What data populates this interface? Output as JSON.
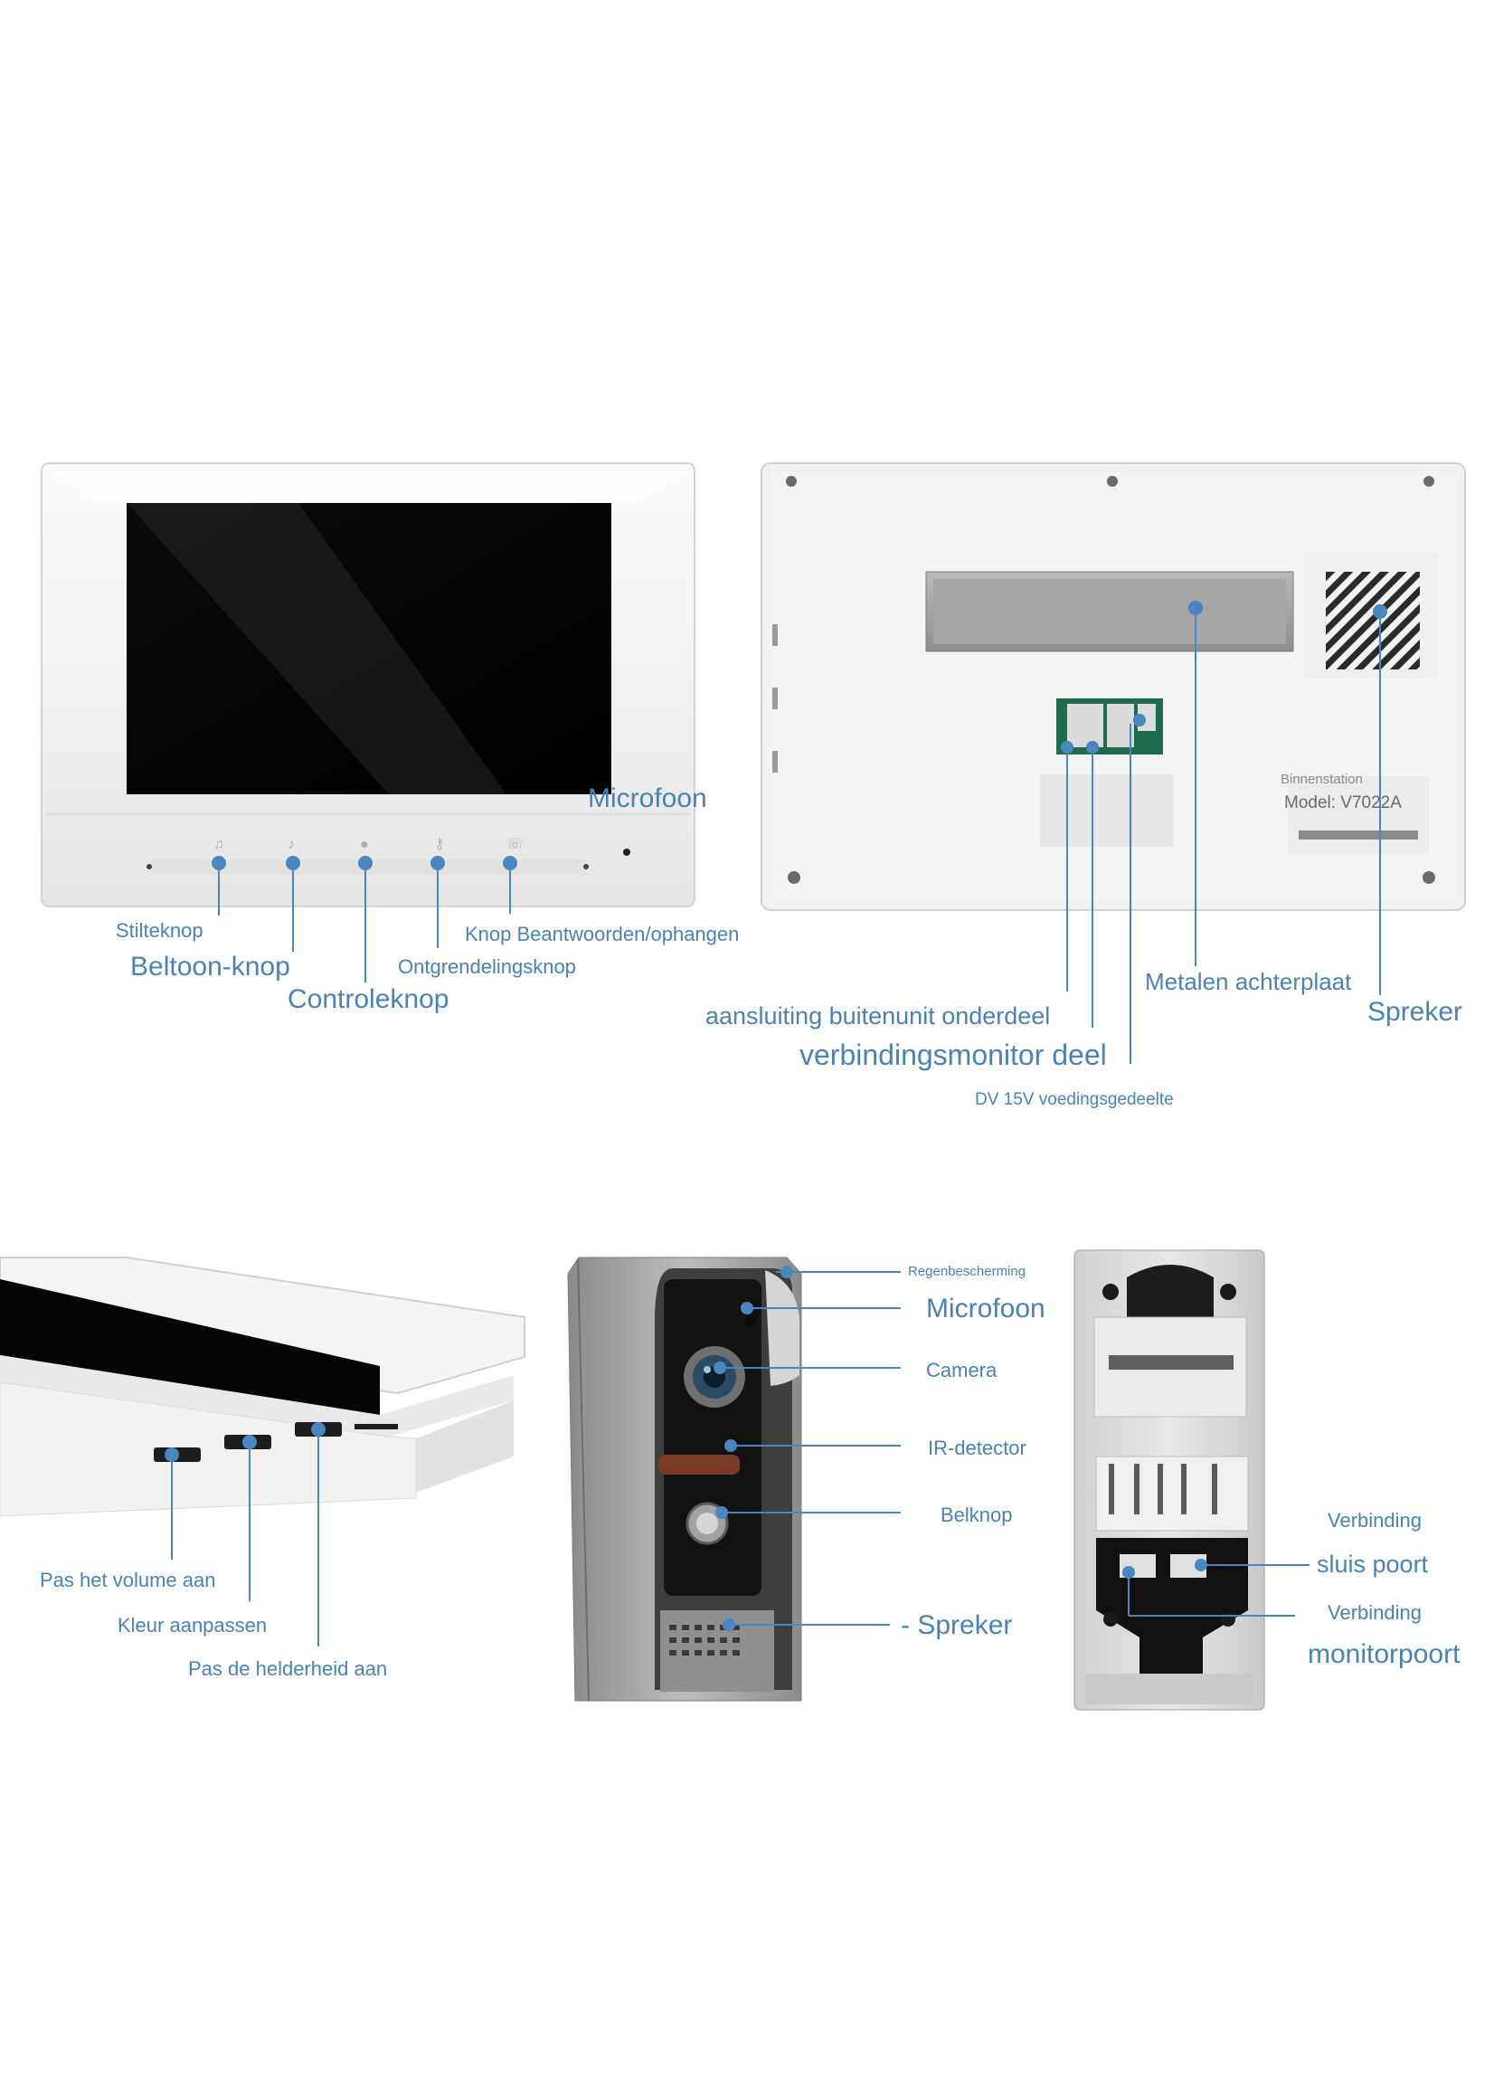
{
  "monitor_front": {
    "callouts": {
      "microphone": "Microfoon",
      "mute_button": "Stilteknop",
      "ringtone_button": "Beltoon-knop",
      "control_button": "Controleknop",
      "unlock_button": "Ontgrendelingsknop",
      "answer_button": "Knop Beantwoorden/ophangen"
    }
  },
  "monitor_back": {
    "device_label": "Binnenstation",
    "model_label": "Model: V7022A",
    "callouts": {
      "metal_plate": "Metalen achterplaat",
      "speaker": "Spreker",
      "outdoor_connection": "aansluiting buitenunit onderdeel",
      "monitor_connection": "verbindingsmonitor deel",
      "power": "DV 15V voedingsgedeelte"
    }
  },
  "monitor_side": {
    "callouts": {
      "volume": "Pas het volume aan",
      "color": "Kleur aanpassen",
      "brightness": "Pas de helderheid aan"
    }
  },
  "doorbell_front": {
    "callouts": {
      "rain_cover": "Regenbescherming",
      "microphone": "Microfoon",
      "camera": "Camera",
      "ir_detector": "IR-detector",
      "bell_button": "Belknop",
      "speaker": "- Spreker"
    }
  },
  "doorbell_back": {
    "callouts": {
      "connection_1": "Verbinding",
      "lock_port": "sluis poort",
      "connection_2": "Verbinding",
      "monitor_port": "monitorpoort"
    }
  },
  "colors": {
    "callout": "#4a82b3",
    "dot": "#4a86c0",
    "screen": "#050505",
    "housing": "#f3f3f3",
    "panel_grey": "#9a9a9a"
  }
}
